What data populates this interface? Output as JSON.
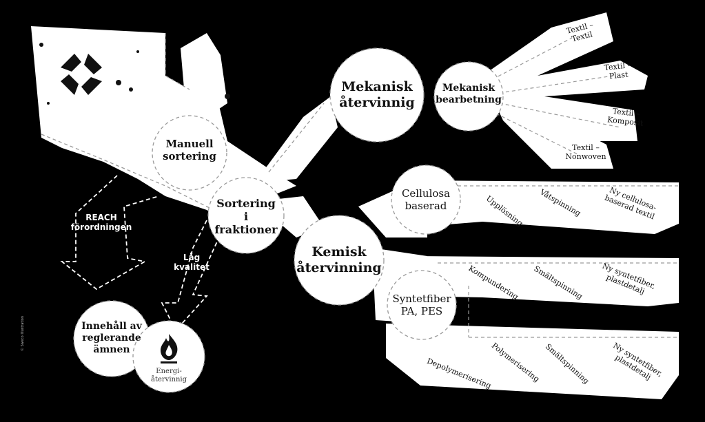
{
  "colors": {
    "background": "#000000",
    "shape": "#ffffff",
    "text": "#111111",
    "dash": "#9a9a9a"
  },
  "nodes": {
    "manuell": "Manuell\nsortering",
    "sortering": "Sortering\ni\nfraktioner",
    "mekanisk_atervinning": "Mekanisk\nåtervinnig",
    "mekanisk_bearbetning": "Mekanisk\nbearbetning",
    "kemisk": "Kemisk\nåtervinning",
    "cellulosa": "Cellulosa\nbaserad",
    "syntetfiber": "Syntetfiber\nPA, PES",
    "innehall": "Innehåll av\nreglerande\nämnen",
    "energi": "Energi-\nåtervinnig"
  },
  "mechanical_outputs": [
    "Textil –\nTextil",
    "Textil –\nPlast",
    "Textil –\nKomposit",
    "Textil –\nNonwoven"
  ],
  "cellulose_steps": [
    "Upplösning",
    "Våtspinning",
    "Ny cellulosa-\nbaserad textil"
  ],
  "synthetic_steps_upper": [
    "Kompundering",
    "Smältspinning",
    "Ny syntetfiber,\nplastdetalj"
  ],
  "synthetic_steps_lower": [
    "Depolymerisering",
    "Polymerisering",
    "Smältspinning",
    "Ny syntetfiber,\nplastdetalj"
  ],
  "arrows": {
    "reach": "REACH\nförordningen",
    "lag_kvalitet": "Låg\nkvalitet"
  },
  "icons": [
    "recycle-icon",
    "flame-icon"
  ],
  "credit": "© Sweco Illustration"
}
